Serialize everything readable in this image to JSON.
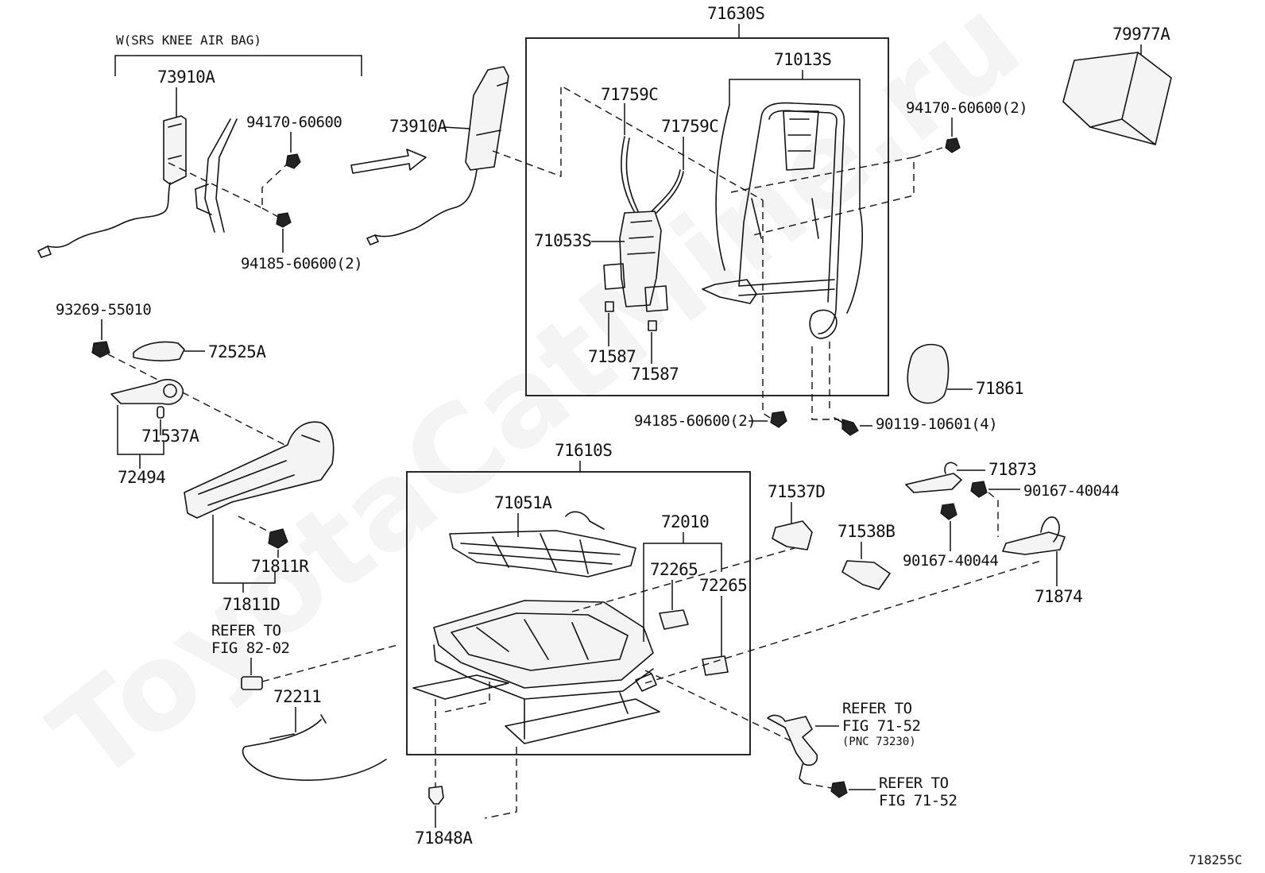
{
  "watermark": "ToyotaCatMine.ru",
  "figure_code": "718255C",
  "group_label": "W(SRS KNEE AIR BAG)",
  "parts": {
    "p73910A_left": "73910A",
    "p73910A_right": "73910A",
    "p94170_60600": "94170-60600",
    "p94185_60600_2_left": "94185-60600(2)",
    "p71630S": "71630S",
    "p71013S": "71013S",
    "p71759C_a": "71759C",
    "p71759C_b": "71759C",
    "p71053S": "71053S",
    "p71587_a": "71587",
    "p71587_b": "71587",
    "p79977A": "79977A",
    "p94170_60600_2": "94170-60600(2)",
    "p93269_55010": "93269-55010",
    "p72525A": "72525A",
    "p71537A": "71537A",
    "p72494": "72494",
    "p71861": "71861",
    "p94185_60600_2_right": "94185-60600(2)",
    "p90119_10601_4": "90119-10601(4)",
    "p71610S": "71610S",
    "p71051A": "71051A",
    "p72010": "72010",
    "p72265_a": "72265",
    "p72265_b": "72265",
    "p71537D": "71537D",
    "p71538B": "71538B",
    "p71873": "71873",
    "p90167_40044_a": "90167-40044",
    "p90167_40044_b": "90167-40044",
    "p71874": "71874",
    "p71811R": "71811R",
    "p71811D": "71811D",
    "p72211": "72211",
    "p71848A": "71848A"
  },
  "refs": {
    "ref_fig_82_02": {
      "line1": "REFER TO",
      "line2": "FIG 82-02"
    },
    "ref_fig_71_52_a": {
      "line1": "REFER TO",
      "line2": "FIG 71-52",
      "line3": "(PNC 73230)"
    },
    "ref_fig_71_52_b": {
      "line1": "REFER TO",
      "line2": "FIG 71-52"
    }
  }
}
